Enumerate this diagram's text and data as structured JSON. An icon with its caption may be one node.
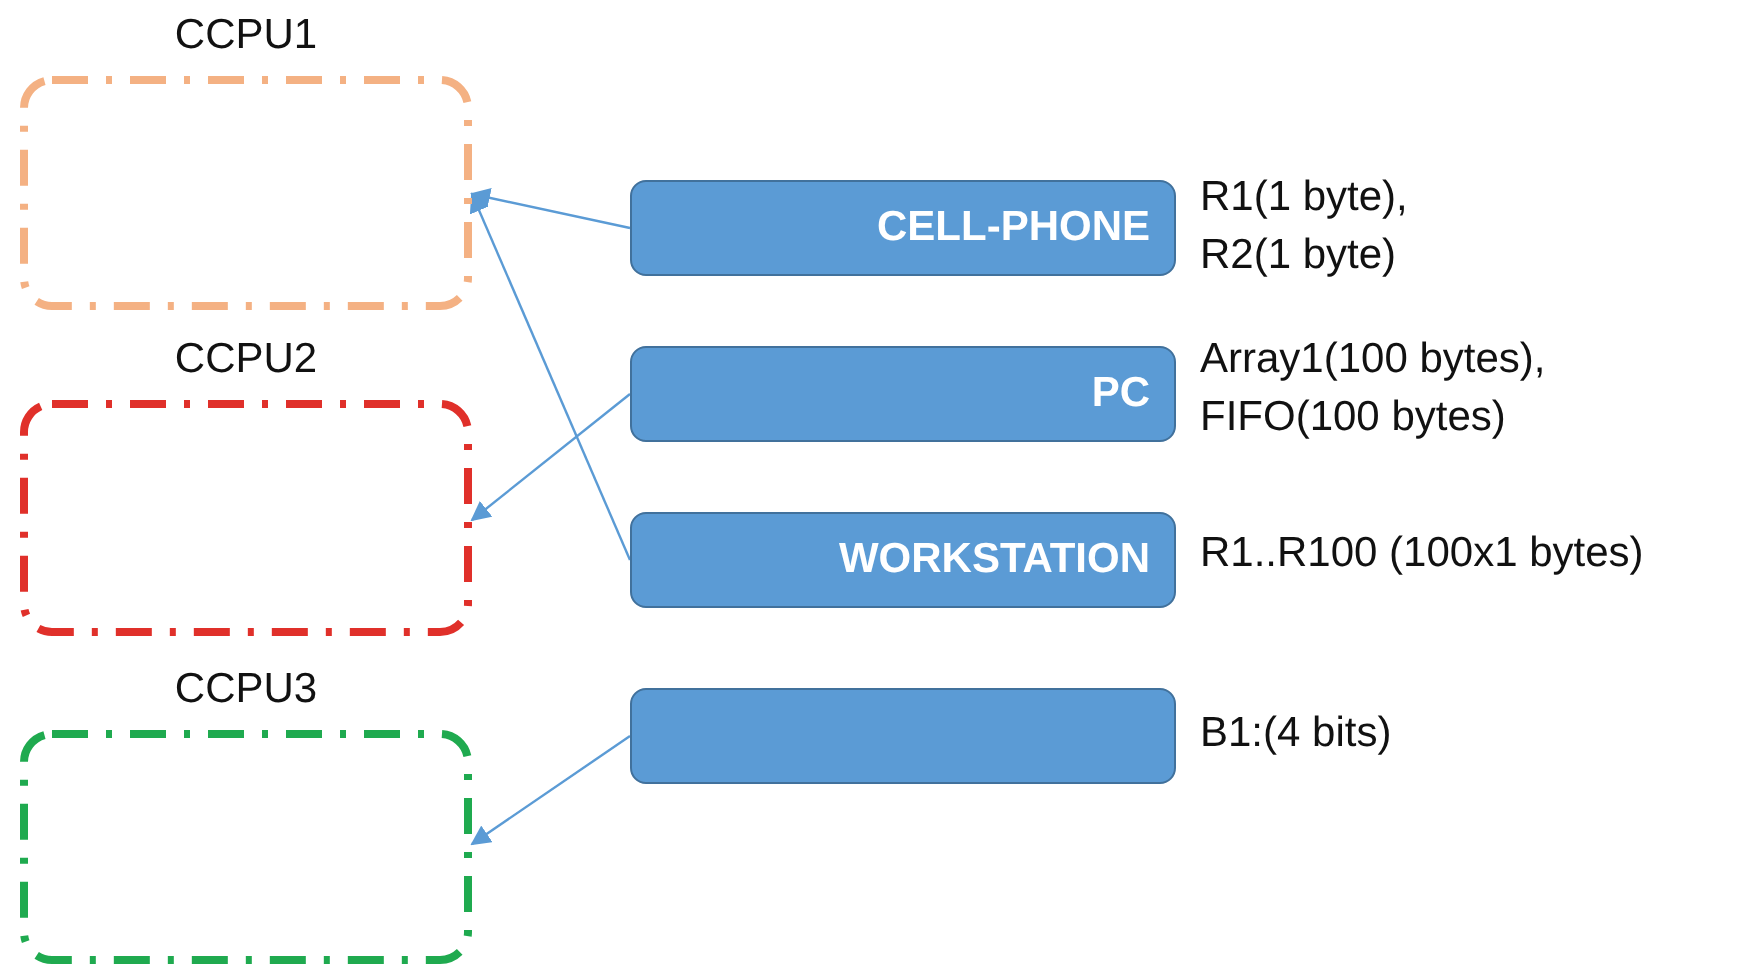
{
  "diagram": {
    "nodes": [
      {
        "text": [
          "CCPU1"
        ]
      },
      {
        "text": [
          "CCPU2"
        ]
      },
      {
        "text": [
          "CCPU3"
        ]
      },
      {
        "text": [
          "CELL-PHONE"
        ],
        "beside": [
          "R1(1 byte), R2(1 byte)"
        ]
      },
      {
        "text": [
          "PC"
        ],
        "beside": [
          "Array1(100 bytes), FIFO(100 bytes)"
        ]
      },
      {
        "text": [
          "WORKSTATION"
        ],
        "beside": [
          "R1..R100 (100x1 bytes)"
        ]
      },
      {
        "text": [],
        "shape": "box",
        "beside": [
          "B1:(4 bits)"
        ]
      }
    ],
    "edges": [
      {
        "from": 3,
        "to": 0,
        "arrow": "to"
      },
      {
        "from": 5,
        "to": 0,
        "arrow": "to"
      },
      {
        "from": 4,
        "to": 1,
        "arrow": "to"
      },
      {
        "from": 6,
        "to": 2,
        "arrow": "to"
      }
    ]
  }
}
